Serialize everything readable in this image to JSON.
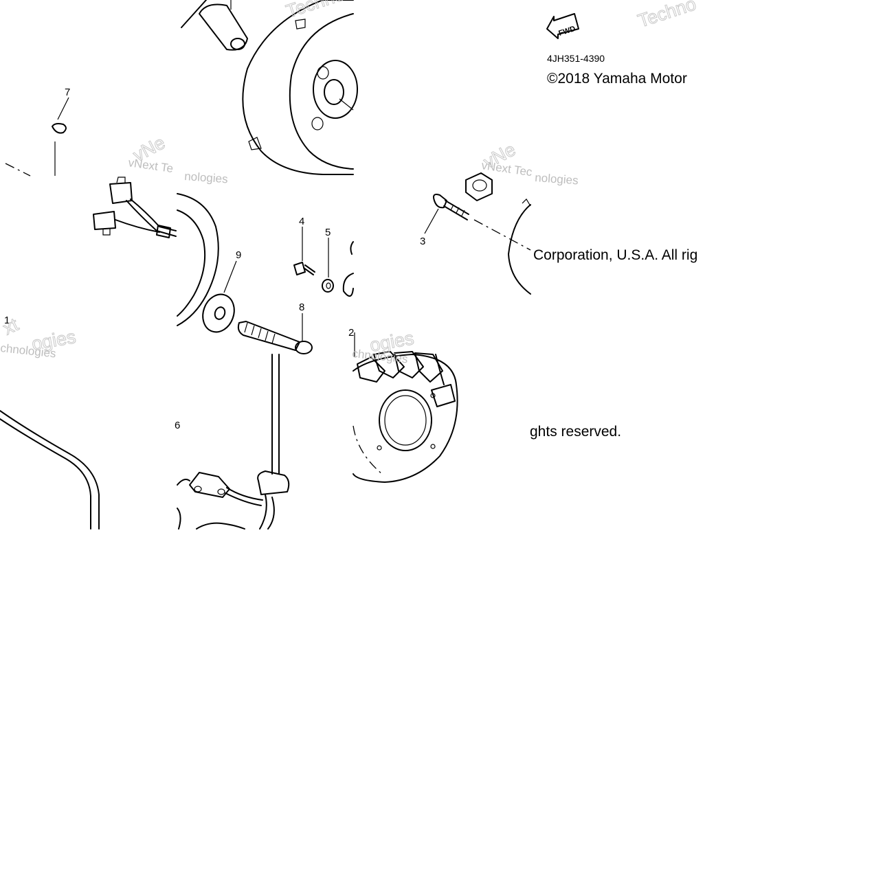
{
  "diagram": {
    "part_code": "4JH351-4390",
    "fwd_label": "FWD",
    "copyright_lines": [
      "©2018 Yamaha Motor",
      "Corporation, U.S.A. All rig",
      "ghts reserved."
    ],
    "callouts": [
      "1",
      "2",
      "3",
      "4",
      "5",
      "6",
      "7",
      "8",
      "9"
    ],
    "watermarks": [
      "vNext Te",
      "vNext Tec",
      "hnologies",
      "nologies",
      "Technologies",
      "Techno",
      "chnologies",
      "vNe",
      "xt",
      "ogies"
    ]
  }
}
